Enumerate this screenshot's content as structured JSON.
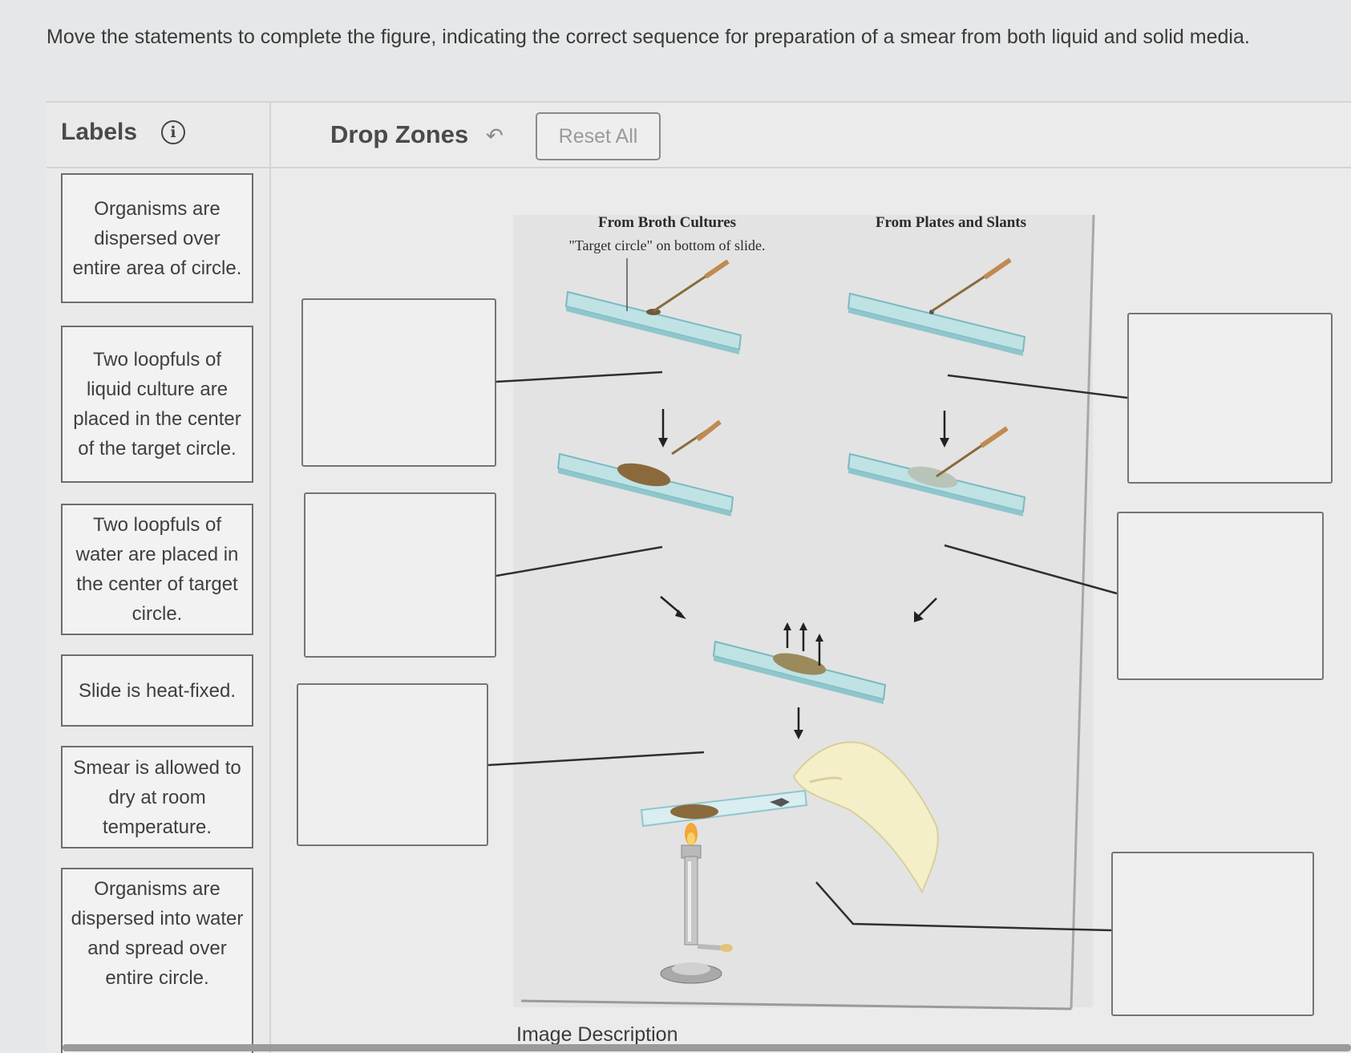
{
  "instructions": "Move the statements to complete the figure, indicating the correct sequence for preparation of a smear from both liquid and solid media.",
  "labels_panel": {
    "title": "Labels",
    "info_icon": "info-icon",
    "items": [
      {
        "text": "Organisms are dispersed over entire area of circle."
      },
      {
        "text": "Two loopfuls of liquid culture are placed in the center of the target circle."
      },
      {
        "text": "Two loopfuls of water are placed in the center of target circle."
      },
      {
        "text": "Slide is heat-fixed."
      },
      {
        "text": "Smear is allowed to dry at room temperature."
      },
      {
        "text": "Organisms are dispersed into water and spread over entire circle."
      }
    ]
  },
  "drop_zones": {
    "title": "Drop Zones",
    "undo_icon": "undo-icon",
    "reset_label": "Reset All"
  },
  "figure": {
    "broth_heading": "From Broth Cultures",
    "broth_subheading": "\"Target circle\" on bottom of slide.",
    "plates_heading": "From Plates and Slants"
  },
  "image_description": "Image Description",
  "colors": {
    "background": "#e6e7e8",
    "slide_glass": "#a9d3d8",
    "smear_brown": "#8a6a3c",
    "flame_orange": "#f3a63a"
  }
}
